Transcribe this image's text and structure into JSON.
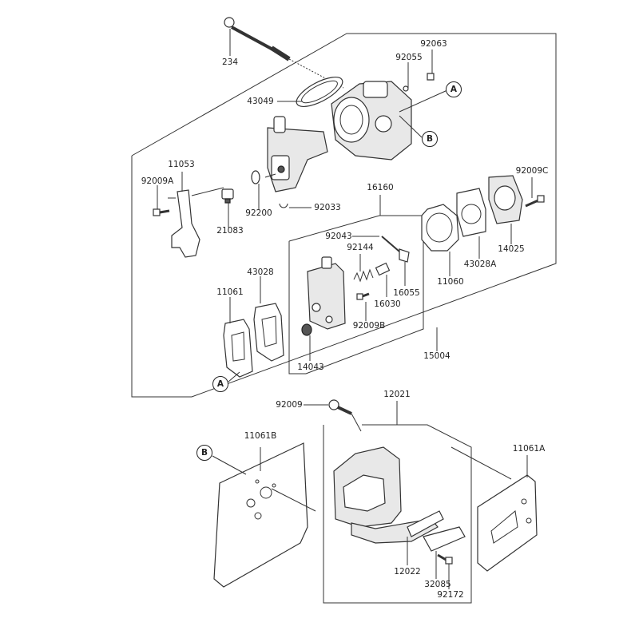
{
  "parts": {
    "p234": "234",
    "p92063": "92063",
    "p92055": "92055",
    "p43049": "43049",
    "p11053": "11053",
    "p92009A": "92009A",
    "p21083": "21083",
    "p92200": "92200",
    "p92033": "92033",
    "p16160": "16160",
    "p92043": "92043",
    "p92144": "92144",
    "p16055": "16055",
    "p16030": "16030",
    "p92009B": "92009B",
    "p14043": "14043",
    "p43028": "43028",
    "p11061": "11061",
    "p11060": "11060",
    "p43028A": "43028A",
    "p14025": "14025",
    "p92009C": "92009C",
    "p15004": "15004",
    "p92009": "92009",
    "p12021": "12021",
    "p11061B": "11061B",
    "p11061A": "11061A",
    "p12022": "12022",
    "p32085": "32085",
    "p92172": "92172"
  },
  "refs": {
    "a_top": "A",
    "b_top": "B",
    "a_bottom": "A",
    "b_bottom": "B"
  }
}
